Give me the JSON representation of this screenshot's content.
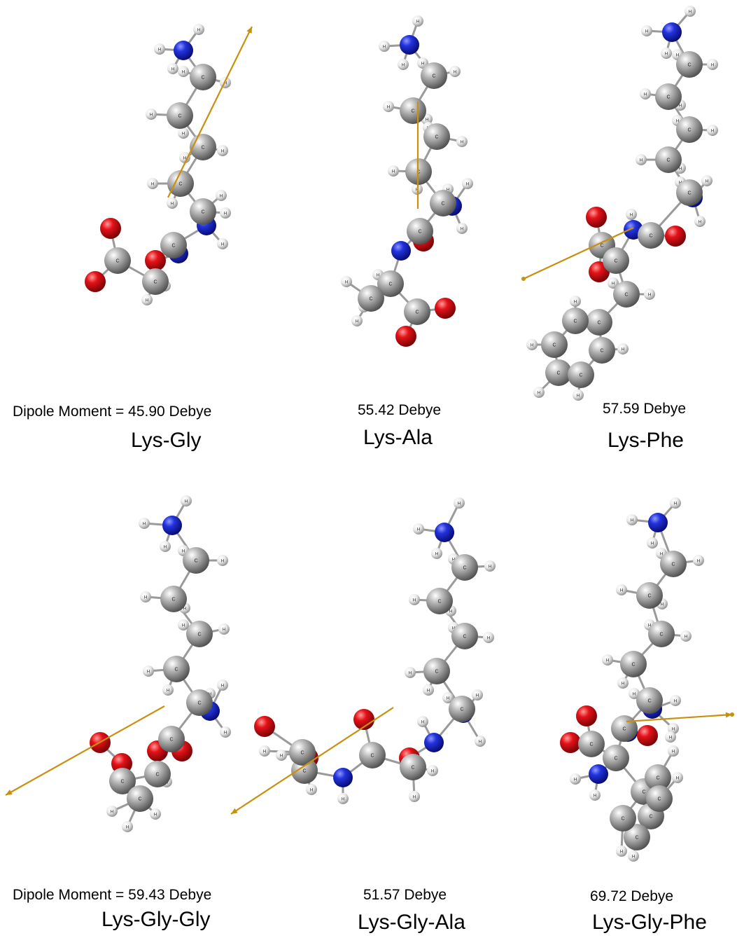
{
  "atom_labels": {
    "carbon": "C",
    "hydrogen": "H"
  },
  "colors": {
    "carbon": "#8c8c8c",
    "hydrogen": "#e6e6e6",
    "nitrogen": "#1c2ad8",
    "oxygen": "#e0141a",
    "bond": "#9a9a9a",
    "dipole_arrow": "#c8900e"
  },
  "panels": [
    {
      "name": "Lys-Gly",
      "dipole_text": "Dipole Moment = 45.90 Debye"
    },
    {
      "name": "Lys-Ala",
      "dipole_text": "55.42 Debye"
    },
    {
      "name": "Lys-Phe",
      "dipole_text": "57.59 Debye"
    },
    {
      "name": "Lys-Gly-Gly",
      "dipole_text": "Dipole Moment = 59.43 Debye"
    },
    {
      "name": "Lys-Gly-Ala",
      "dipole_text": "51.57 Debye"
    },
    {
      "name": "Lys-Gly-Phe",
      "dipole_text": "69.72 Debye"
    }
  ]
}
